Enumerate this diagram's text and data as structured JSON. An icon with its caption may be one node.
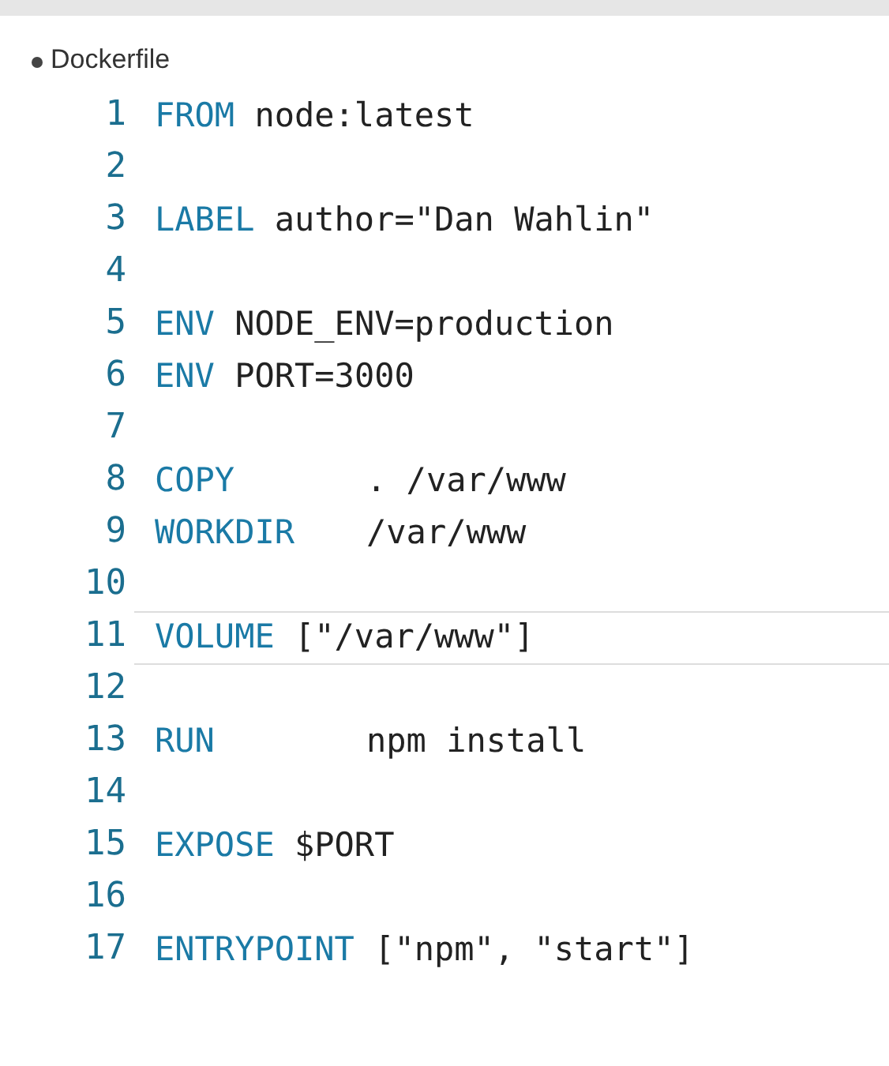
{
  "diagram": {
    "labels": [
      "Dockerfile",
      "1",
      "FROM node:latest",
      "2",
      "3",
      "LABEL author=\"Dan Wahlin\"",
      "4",
      "5",
      "ENV NODE_ENV=production",
      "6",
      "ENV PORT=3000",
      "7",
      "8",
      "COPY . /var/www",
      "9",
      "WORKDIR /var/www",
      "10",
      "11",
      "VOLUME [\"/var/www\"]",
      "12",
      "13",
      "RUN npm install",
      "14",
      "15",
      "EXPOSE $PORT",
      "16",
      "17",
      "ENTRYPOINT [\"npm\", \"start\"]"
    ]
  }
}
